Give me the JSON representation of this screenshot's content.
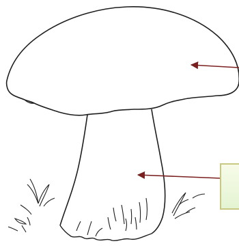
{
  "diagram": {
    "subject": "mushroom-line-drawing",
    "parts": [
      {
        "id": "cap",
        "label": ""
      },
      {
        "id": "stem",
        "label": ""
      }
    ],
    "arrows": [
      {
        "id": "cap-arrow",
        "target": "cap"
      },
      {
        "id": "stem-arrow",
        "target": "stem"
      }
    ],
    "label_box": {
      "text": ""
    },
    "colors": {
      "outline": "#1e1e1e",
      "arrow": "#7a1f1f",
      "box_border": "#c8c882",
      "box_fill_top": "#f7fbe8",
      "box_fill_bottom": "#e4f4d2"
    }
  }
}
